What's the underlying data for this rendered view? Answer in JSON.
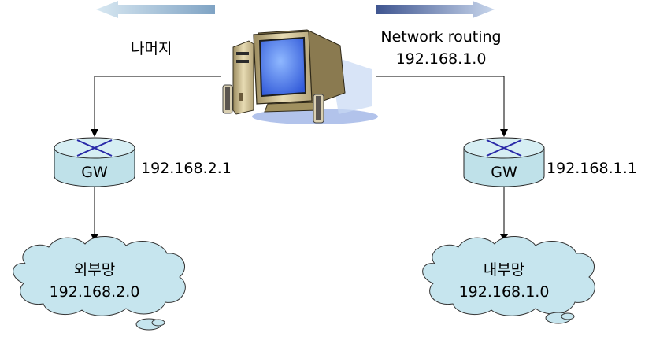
{
  "top_labels": {
    "left": "나머지",
    "right_line1": "Network routing",
    "right_line2": "192.168.1.0"
  },
  "routers": [
    {
      "label": "GW",
      "ip": "192.168.2.1"
    },
    {
      "label": "GW",
      "ip": "192.168.1.1"
    }
  ],
  "clouds": [
    {
      "name": "외부망",
      "network": "192.168.2.0"
    },
    {
      "name": "내부망",
      "network": "192.168.1.0"
    }
  ],
  "colors": {
    "left_arrow": "#8fb2cc",
    "right_arrow": "#4a5f96",
    "router_body": "#bfe1e9",
    "router_cross": "#2a2aa8",
    "cloud_fill": "#c6e5ee",
    "connector": "#000000"
  },
  "icons": [
    "computer-icon",
    "router-icon",
    "cloud-icon",
    "left-arrow-icon",
    "right-arrow-icon"
  ]
}
